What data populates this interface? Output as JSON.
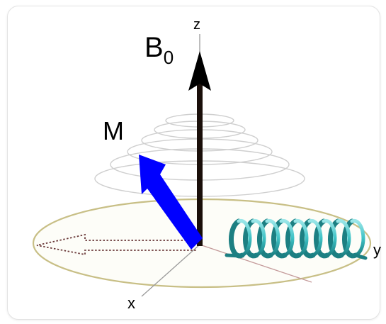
{
  "diagram": {
    "b0_label": "B",
    "b0_subscript": "0",
    "magnetization_label": "M",
    "axis_z": "z",
    "axis_x": "x",
    "axis_y": "y",
    "colors": {
      "b0_arrow": "#000000",
      "magnetization_vector": "#0000ff",
      "coil": "#3fc3c6",
      "precession_path": "#cfcfcf",
      "transverse_plane": "#c8bf86",
      "transverse_arrow": "#6b3a3a"
    }
  }
}
